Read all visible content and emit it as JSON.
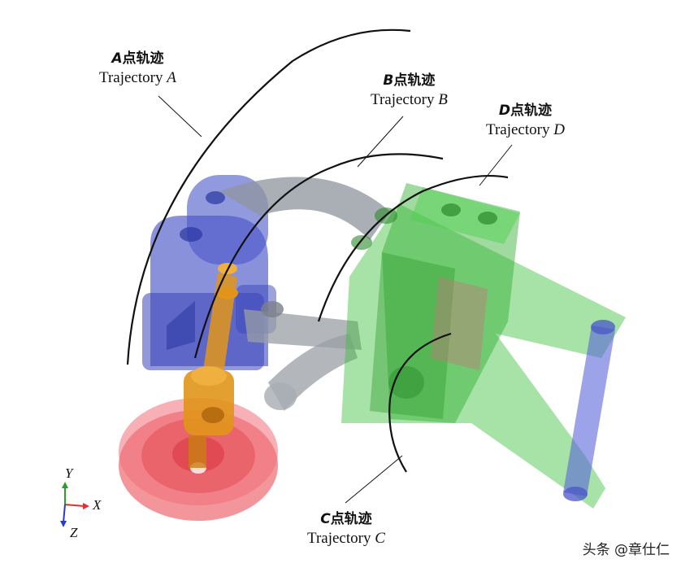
{
  "labels": {
    "a": {
      "letter": "A",
      "cn": "点轨迹",
      "en": "Trajectory "
    },
    "b": {
      "letter": "B",
      "cn": "点轨迹",
      "en": "Trajectory "
    },
    "c": {
      "letter": "C",
      "cn": "点轨迹",
      "en": "Trajectory "
    },
    "d": {
      "letter": "D",
      "cn": "点轨迹",
      "en": "Trajectory "
    }
  },
  "axes": {
    "y": "Y",
    "x": "X",
    "z": "Z"
  },
  "watermark": "头条 @章仕仁",
  "colors": {
    "blue_part": "#4a56c8",
    "green_part": "#3cbf3c",
    "red_base": "#e8404a",
    "orange_shaft": "#e0951a",
    "gray_link": "#8e949c",
    "trajectory": "#111111"
  }
}
